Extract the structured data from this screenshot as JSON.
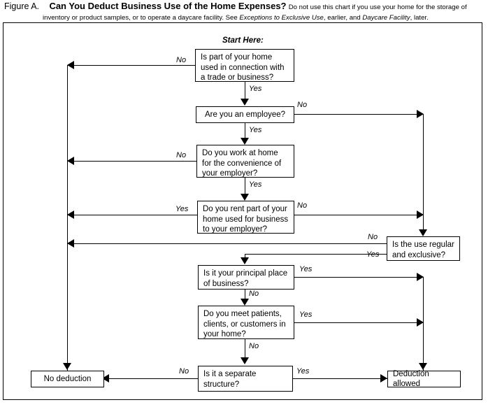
{
  "caption": {
    "figure_label": "Figure A.",
    "title": "Can You Deduct Business Use of the Home Expenses?",
    "note_part1": "Do not use this chart if you use your home for the storage of",
    "note_line2_a": "inventory or product samples, or to operate a daycare facility. See ",
    "note_line2_ital1": "Exceptions to Exclusive Use",
    "note_line2_b": ", earlier, and ",
    "note_line2_ital2": "Daycare Facility",
    "note_line2_c": ", later."
  },
  "flow": {
    "start_label": "Start Here:",
    "nodes": {
      "q1": "Is part of your home used in connection with a trade or business?",
      "q2": "Are you an employee?",
      "q3": "Do you work at home for the convenience of your employer?",
      "q4": "Do you rent part of your home used for business to your employer?",
      "q5": "Is the use regular and exclusive?",
      "q6": "Is it your principal place of business?",
      "q7": "Do you meet patients, clients, or customers in your home?",
      "q8": "Is it a separate structure?",
      "no_deduction": "No deduction",
      "deduction_allowed": "Deduction allowed"
    },
    "labels": {
      "q1_no": "No",
      "q1_yes": "Yes",
      "q2_no": "No",
      "q2_yes": "Yes",
      "q3_no": "No",
      "q3_yes": "Yes",
      "q4_yes": "Yes",
      "q4_no": "No",
      "q5_no": "No",
      "q5_yes": "Yes",
      "q6_yes": "Yes",
      "q6_no": "No",
      "q7_yes": "Yes",
      "q7_no": "No",
      "q8_no": "No",
      "q8_yes": "Yes"
    }
  },
  "colors": {
    "line": "#000000",
    "background": "#ffffff"
  }
}
